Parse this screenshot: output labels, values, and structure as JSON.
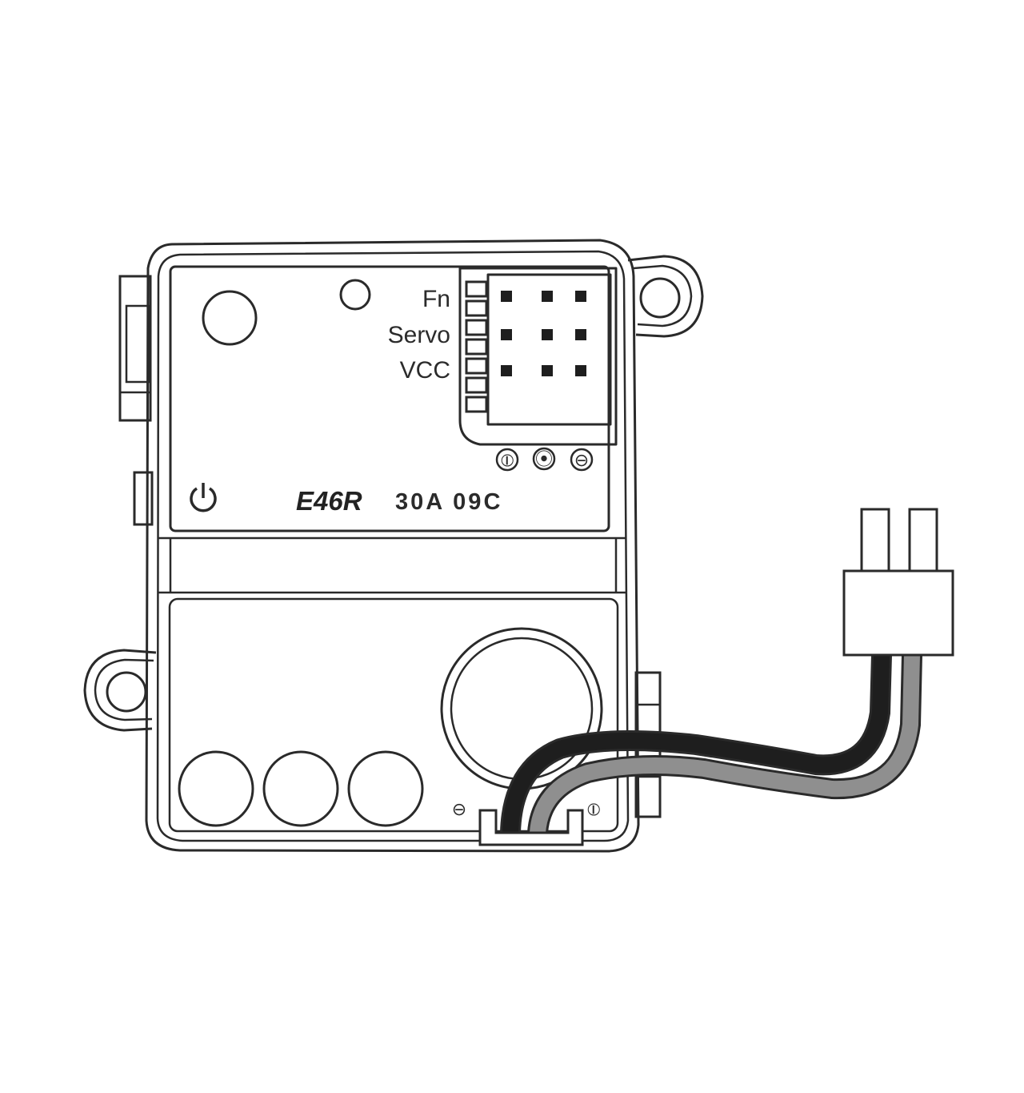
{
  "device": {
    "model": "E46R",
    "rating": "30A 09C",
    "pin_labels": [
      "Fn",
      "Servo",
      "VCC"
    ],
    "led_marks": [
      "⦶",
      "⦿",
      "⊖"
    ],
    "left_wire_mark": "⊖",
    "right_wire_mark": "⦶",
    "power_icon": "power-icon"
  },
  "wires": {
    "colors": {
      "black": "#1e1e1e",
      "gray": "#8f8f8f"
    }
  }
}
